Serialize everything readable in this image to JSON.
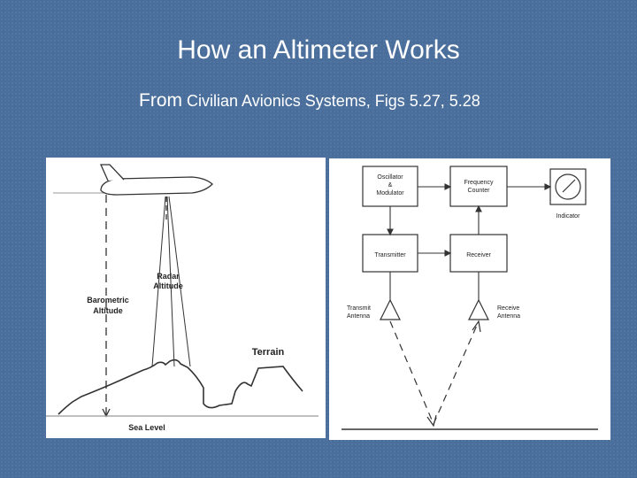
{
  "slide": {
    "title": "How an Altimeter Works",
    "subtitle_prefix": "From",
    "subtitle_rest": " Civilian Avionics Systems, Figs 5.27, 5.28"
  },
  "left_figure": {
    "radar_altitude_line1": "Radar",
    "radar_altitude_line2": "Altitude",
    "barometric_altitude_line1": "Barometric",
    "barometric_altitude_line2": "Altitude",
    "terrain": "Terrain",
    "sea_level": "Sea Level"
  },
  "right_figure": {
    "oscillator_line1": "Oscillator",
    "oscillator_line2": "&",
    "oscillator_line3": "Modulator",
    "frequency_counter_line1": "Frequency",
    "frequency_counter_line2": "Counter",
    "indicator": "Indicator",
    "transmitter": "Transmitter",
    "receiver": "Receiver",
    "transmit_antenna_line1": "Transmit",
    "transmit_antenna_line2": "Antenna",
    "receive_antenna_line1": "Receive",
    "receive_antenna_line2": "Antenna"
  }
}
